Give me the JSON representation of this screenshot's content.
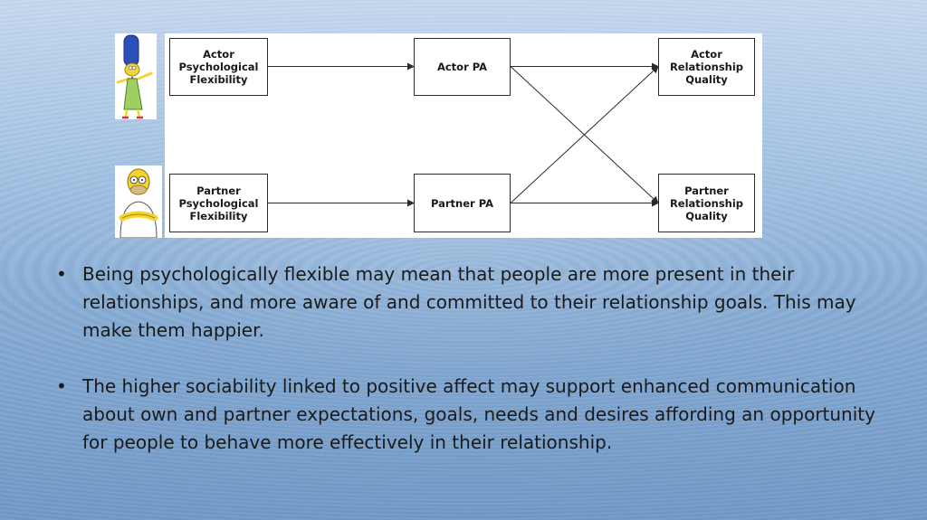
{
  "diagram": {
    "nodes": [
      {
        "id": "actor-pf",
        "label": "Actor\nPsychological\nFlexibility"
      },
      {
        "id": "actor-pa",
        "label": "Actor PA"
      },
      {
        "id": "actor-rq",
        "label": "Actor\nRelationship\nQuality"
      },
      {
        "id": "partner-pf",
        "label": "Partner\nPsychological\nFlexibility"
      },
      {
        "id": "partner-pa",
        "label": "Partner PA"
      },
      {
        "id": "partner-rq",
        "label": "Partner\nRelationship\nQuality"
      }
    ],
    "edges": [
      {
        "from": "actor-pf",
        "to": "actor-pa"
      },
      {
        "from": "actor-pa",
        "to": "actor-rq"
      },
      {
        "from": "actor-pa",
        "to": "partner-rq"
      },
      {
        "from": "partner-pf",
        "to": "partner-pa"
      },
      {
        "from": "partner-pa",
        "to": "partner-rq"
      },
      {
        "from": "partner-pa",
        "to": "actor-rq"
      }
    ]
  },
  "illustrations": {
    "top": "marge-simpson-cartoon",
    "bottom": "homer-simpson-cartoon"
  },
  "bullets": {
    "items": [
      "Being psychologically flexible may mean that people are more present in their relationships, and more aware of and committed to their relationship goals. This may make them happier.",
      "The higher sociability linked to positive affect may support enhanced communication about own and partner expectations, goals, needs and desires affording an opportunity for people to behave more effectively in their relationship."
    ],
    "marker": "•"
  },
  "colors": {
    "box_border": "#2b2b2b",
    "text": "#1a1a1a",
    "water_top": "#c5d9ef",
    "water_bottom": "#7199c7"
  }
}
